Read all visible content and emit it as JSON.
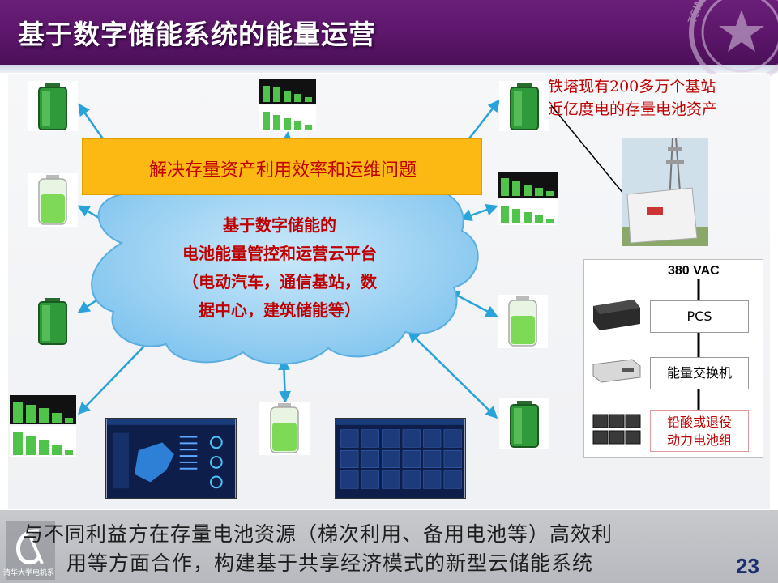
{
  "header": {
    "title": "基于数字储能系统的能量运营"
  },
  "banner": {
    "text": "解决存量资产利用效率和运维问题"
  },
  "cloud": {
    "lines": [
      "基于数字储能的",
      "电池能量管控和运营云平台",
      "（电动汽车，通信基站，数",
      "据中心，建筑储能等）"
    ]
  },
  "tower_note": {
    "line1": "铁塔现有200多万个基站",
    "line2": "近亿度电的存量电池资产"
  },
  "system": {
    "input_label": "380 VAC",
    "boxes": [
      "PCS",
      "能量交换机"
    ],
    "battery_box_line1": "铅酸或退役",
    "battery_box_line2": "动力电池组"
  },
  "footer": {
    "line1": "与不同利益方在存量电池资源（梯次利用、备用电池等）高效利",
    "line2": "用等方面合作，构建基于共享经济模式的新型云储能系统",
    "page_number": "23",
    "logo_text": "清华大学电机系"
  },
  "colors": {
    "header_purple": "#5a1568",
    "accent_red": "#c00000",
    "banner_yellow": "#fdb913",
    "cloud_blue": "#9cd3f3",
    "arrow_blue": "#29a3d9",
    "battery_green": "#3ab54a"
  }
}
